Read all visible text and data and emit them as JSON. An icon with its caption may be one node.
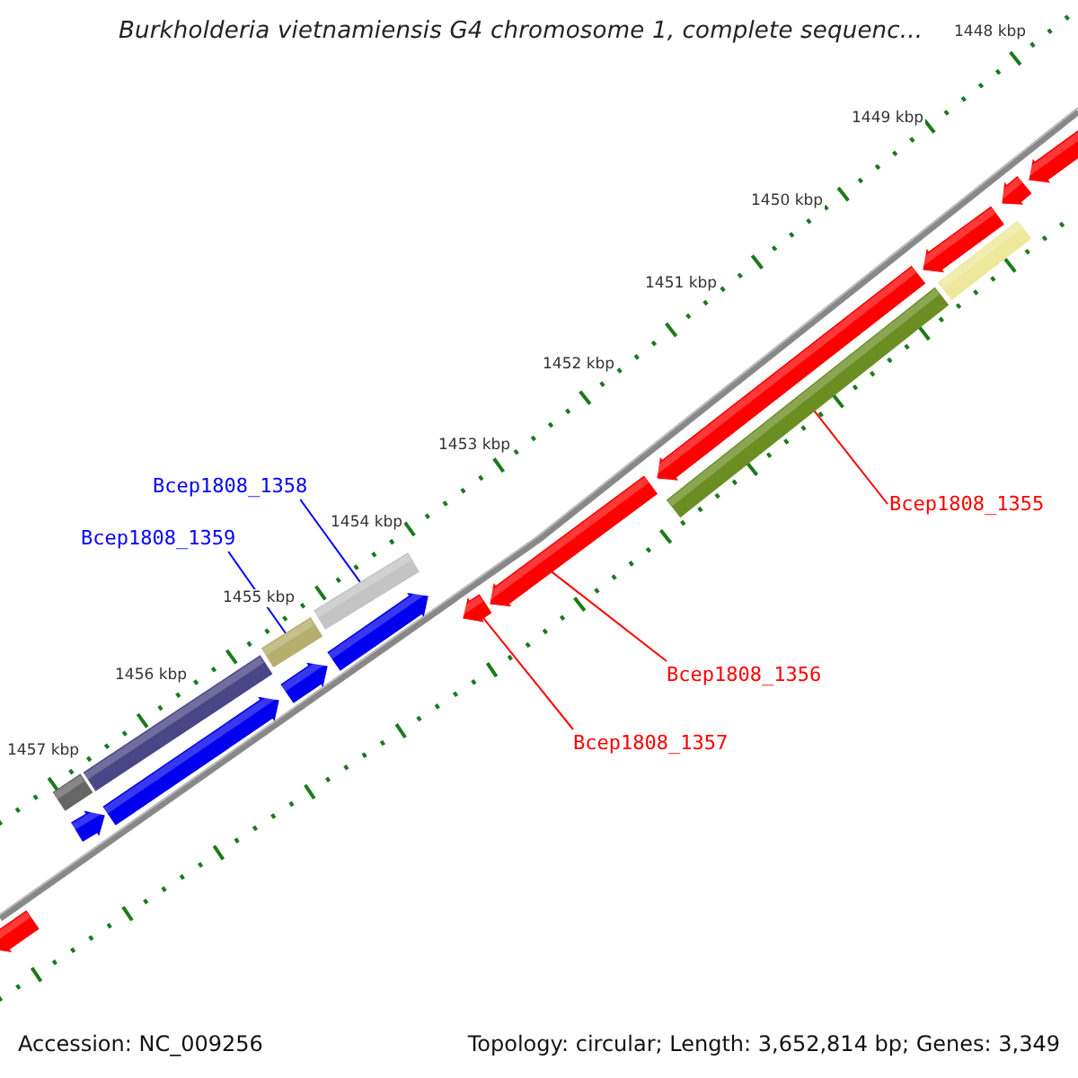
{
  "diagram": {
    "title": "Burkholderia vietnamiensis G4 chromosome 1, complete sequenc...",
    "nodes": [
      {
        "text": [
          "Bcep1808_1358"
        ]
      },
      {
        "text": [
          "Bcep1808_1355"
        ]
      },
      {
        "text": [
          "Bcep1808_1359"
        ]
      },
      {
        "text": [
          "Bcep1808_1356"
        ]
      },
      {
        "text": [
          "Bcep1808_1357"
        ]
      },
      {
        "text": [],
        "shape": "bar"
      },
      {
        "text": [],
        "shape": "bar"
      },
      {
        "text": [],
        "shape": "bar"
      },
      {
        "text": [],
        "shape": "bar"
      },
      {
        "text": [],
        "shape": "bar"
      },
      {
        "text": [],
        "shape": "bar"
      },
      {
        "text": [],
        "shape": "bar"
      },
      {
        "text": [],
        "shape": "bar"
      },
      {
        "text": [],
        "shape": "bar"
      },
      {
        "text": [],
        "shape": "bar"
      },
      {
        "text": [],
        "shape": "bar"
      },
      {
        "text": [],
        "shape": "bar"
      },
      {
        "text": [],
        "shape": "bar"
      },
      {
        "text": [],
        "shape": "bar"
      },
      {
        "text": [],
        "shape": "bar"
      },
      {
        "text": [],
        "shape": "bar"
      },
      {
        "text": [],
        "shape": "bar"
      }
    ],
    "edges": [
      {
        "from": 0,
        "to": 12,
        "arrow": "none",
        "color": "#0000ff"
      },
      {
        "from": 1,
        "to": 17,
        "arrow": "none"
      },
      {
        "from": 2,
        "to": 10,
        "arrow": "none",
        "color": "#0000ff"
      },
      {
        "from": 3,
        "to": 15,
        "arrow": "none"
      },
      {
        "from": 4,
        "to": 14,
        "arrow": "none"
      }
    ],
    "labels": [
      "1448 kbp",
      "1449 kbp",
      "1450 kbp",
      "1451 kbp",
      "1452 kbp",
      "1453 kbp",
      "1454 kbp",
      "1455 kbp",
      "1456 kbp",
      "1457 kbp",
      "Accession: NC_009256",
      "Topology: circular; Length: 3,652,814 bp; Genes: 3,349"
    ]
  }
}
